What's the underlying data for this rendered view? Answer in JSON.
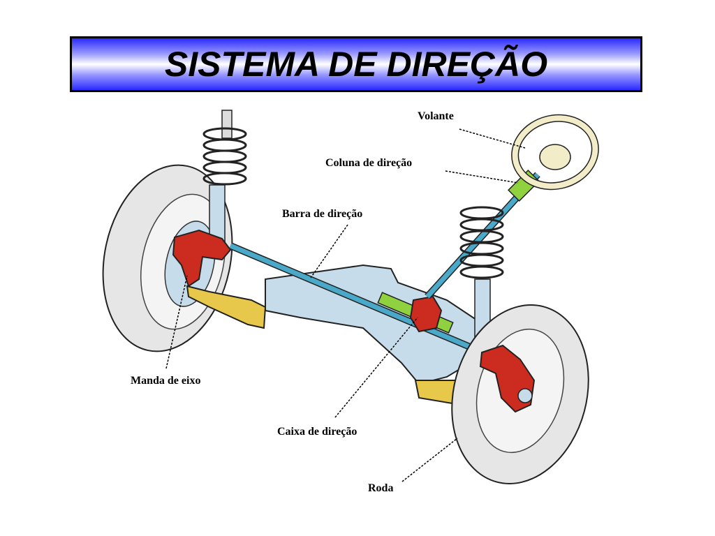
{
  "title": "SISTEMA DE DIREÇÃO",
  "labels": {
    "volante": "Volante",
    "coluna": "Coluna de direção",
    "barra": "Barra de direção",
    "manda": "Manda de eixo",
    "caixa": "Caixa de direção",
    "roda": "Roda"
  },
  "colors": {
    "spring": "#7f8f9a",
    "steering_part": "#cc2b1f",
    "tie_rod": "#4aa8c8",
    "control_arm": "#e8c84a",
    "subframe": "#c6dcea",
    "tire": "#e6e6e6",
    "column_joint": "#8fd13f"
  }
}
